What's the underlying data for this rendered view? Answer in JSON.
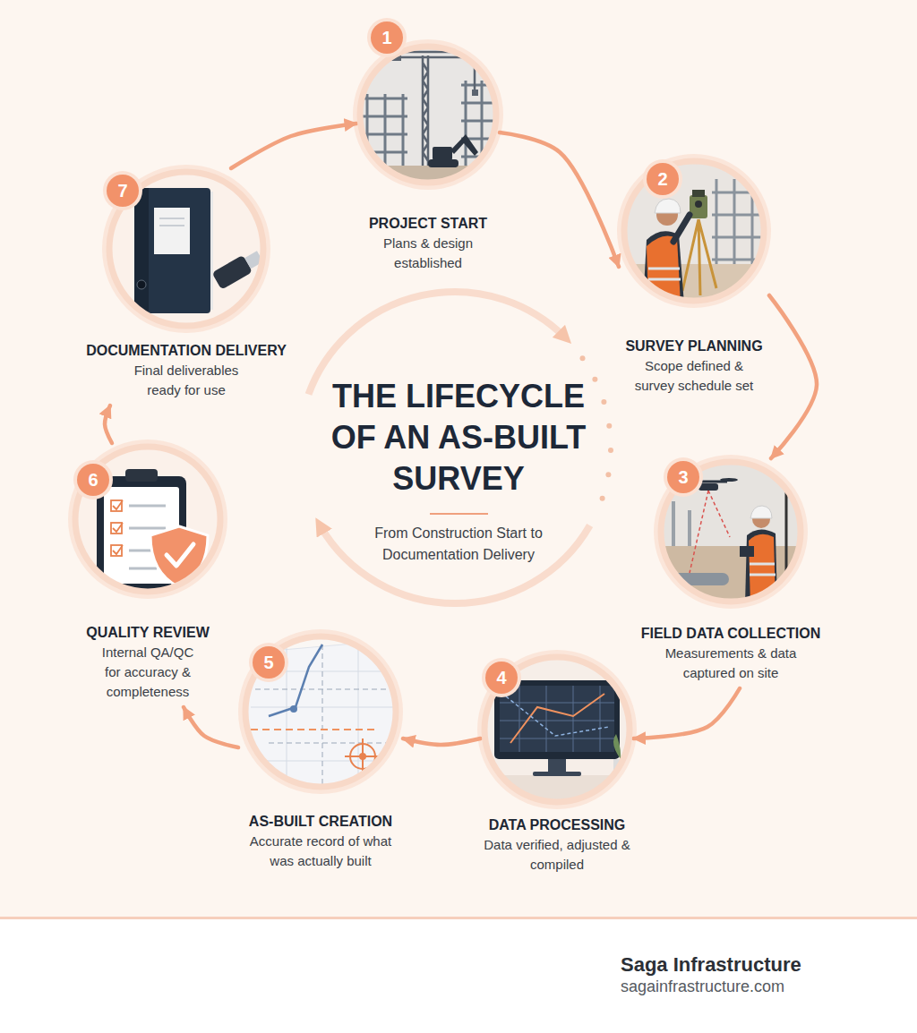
{
  "diagram": {
    "title": "THE LIFECYCLE OF AN AS-BUILT SURVEY",
    "caption": "From Construction Start to Documentation Delivery",
    "nodes": [
      {
        "text": [
          "PROJECT START",
          "Plans & design established"
        ]
      },
      {
        "text": [
          "SURVEY PLANNING",
          "Scope defined & survey schedule set"
        ]
      },
      {
        "text": [
          "FIELD DATA COLLECTION",
          "Measurements & data captured on site"
        ]
      },
      {
        "text": [
          "DATA PROCESSING",
          "Data verified, adjusted & compiled"
        ]
      },
      {
        "text": [
          "AS-BUILT CREATION",
          "Accurate record of what was actually built"
        ]
      },
      {
        "text": [
          "QUALITY REVIEW",
          "Internal QA/QC for accuracy & completeness"
        ]
      },
      {
        "text": [
          "DOCUMENTATION DELIVERY",
          "Final deliverables ready for use"
        ]
      }
    ],
    "edges": [
      {
        "from": 0,
        "to": 1,
        "arrow": "to"
      },
      {
        "from": 1,
        "to": 2,
        "arrow": "to"
      },
      {
        "from": 2,
        "to": 3,
        "arrow": "to"
      },
      {
        "from": 3,
        "to": 4,
        "arrow": "to"
      },
      {
        "from": 4,
        "to": 5,
        "arrow": "to"
      },
      {
        "from": 5,
        "to": 6,
        "arrow": "to"
      },
      {
        "from": 6,
        "to": 0,
        "arrow": "to"
      }
    ],
    "labels": [
      "1",
      "2",
      "3",
      "4",
      "5",
      "6",
      "7",
      "Saga Infrastructure",
      "sagainfrastructure.com"
    ]
  }
}
